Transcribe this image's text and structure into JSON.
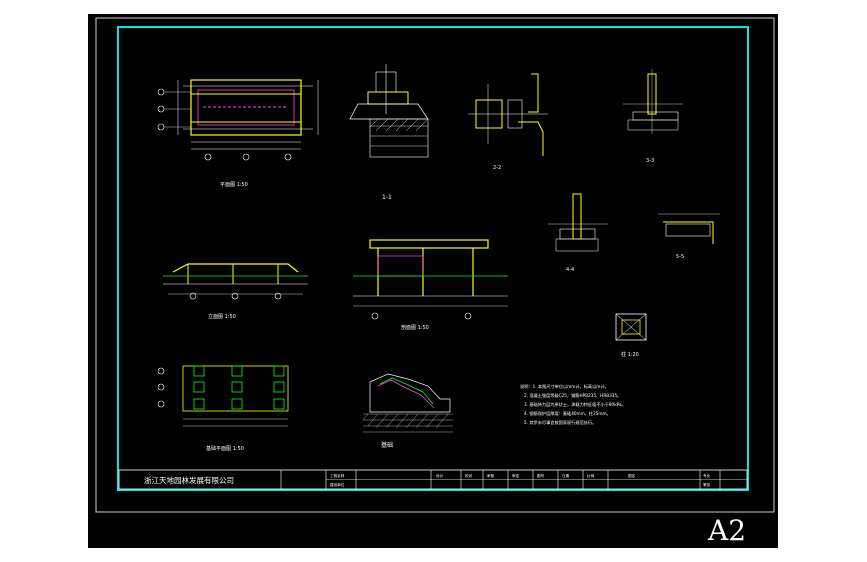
{
  "drawing": {
    "sheet_size": "A2",
    "colors": {
      "frame": "#00e5e5",
      "outer_frame": "#cfcfcf",
      "wall": "#ffff00",
      "dimension": "#ffffff",
      "hatch": "#d8d8d8",
      "accent": "#00ff00",
      "rebar": "#ff40ff",
      "background": "#000000"
    }
  },
  "title_block": {
    "company": "浙江天地园林发展有限公司",
    "cells": [
      "工程名称",
      "建设单位",
      "设计",
      "校对",
      "审核",
      "审定",
      "图号",
      "日期",
      "比例",
      "图名",
      "专业",
      "第张"
    ]
  },
  "views": [
    {
      "id": "plan",
      "label": "平面图 1:50"
    },
    {
      "id": "section-1",
      "label": "1-1"
    },
    {
      "id": "detail-2",
      "label": "2-2"
    },
    {
      "id": "detail-3",
      "label": "3-3"
    },
    {
      "id": "elevation-a",
      "label": "立面图 1:50"
    },
    {
      "id": "elevation-b",
      "label": "剖面图 1:50"
    },
    {
      "id": "detail-4",
      "label": "4-4"
    },
    {
      "id": "detail-5",
      "label": "5-5"
    },
    {
      "id": "post",
      "label": "柱 1:20"
    },
    {
      "id": "foundation",
      "label": "基础平面图 1:50"
    },
    {
      "id": "footing",
      "label": "基础"
    }
  ],
  "notes": [
    "说明：1. 本图尺寸单位以mm计，标高以m计。",
    "2. 混凝土强度等级C25，钢筋HPB235、HRB335。",
    "3. 基础持力层为原状土，承载力特征值不小于80kPa。",
    "4. 钢筋保护层厚度：基础40mm，柱25mm。",
    "5. 其余未尽事宜按国家现行规范执行。"
  ]
}
